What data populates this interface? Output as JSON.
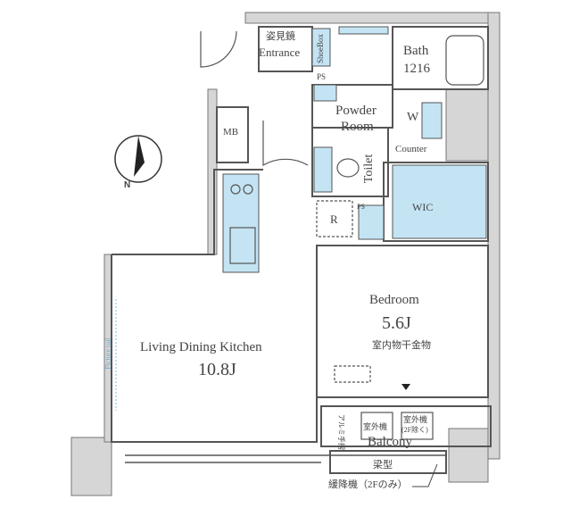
{
  "compass": {
    "label": "N"
  },
  "rooms": {
    "entrance_mirror": "姿見鏡",
    "entrance": "Entrance",
    "shoe_box": "ShoeBox",
    "ps_top": "PS",
    "bath": "Bath",
    "bath_size": "1216",
    "powder_room_1": "Powder",
    "powder_room_2": "Room",
    "washer": "W",
    "counter": "Counter",
    "toilet": "Toilet",
    "ps_mid": "PS",
    "wic": "WIC",
    "fridge": "R",
    "mb": "MB",
    "picture_rail": "Picture rail",
    "ldk": "Living Dining  Kitchen",
    "ldk_size": "10.8J",
    "bedroom": "Bedroom",
    "bedroom_size": "5.6J",
    "drying_hardware": "室内物干金物",
    "outdoor_unit_1": "室外機",
    "outdoor_unit_2": "室外機",
    "outdoor_unit_2_note": "(2F除く)",
    "handrail": "アルミ手摺",
    "balcony": "Balcony",
    "beam": "梁型",
    "escape_ladder": "緩降機（2Fのみ）"
  },
  "colors": {
    "wall": "#d6d6d6",
    "storage": "#c4e4f4",
    "line": "#555555"
  }
}
